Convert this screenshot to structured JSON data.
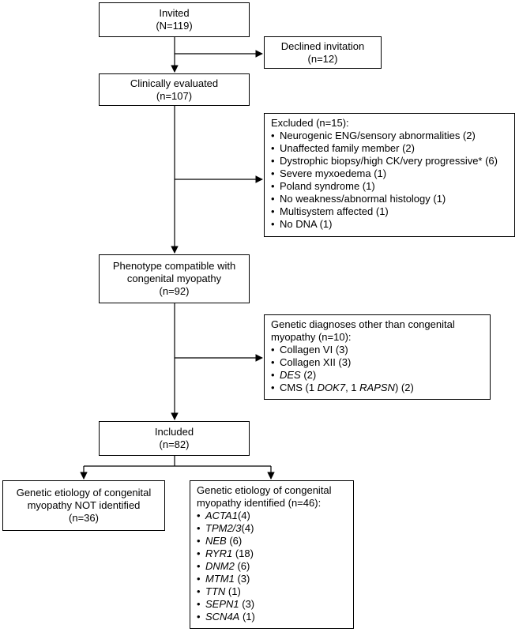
{
  "invited": {
    "label": "Invited",
    "count": "(N=119)"
  },
  "declined": {
    "label": "Declined invitation",
    "count": "(n=12)"
  },
  "evaluated": {
    "label": "Clinically evaluated",
    "count": "(n=107)"
  },
  "excluded": {
    "heading": "Excluded (n=15):",
    "items": [
      "Neurogenic ENG/sensory abnormalities (2)",
      "Unaffected family member (2)",
      "Dystrophic biopsy/high CK/very progressive* (6)",
      "Severe myxoedema (1)",
      "Poland syndrome (1)",
      "No weakness/abnormal histology (1)",
      "Multisystem affected (1)",
      "No DNA (1)"
    ]
  },
  "compatible": {
    "line1": "Phenotype compatible with",
    "line2": "congenital myopathy",
    "count": "(n=92)"
  },
  "other_dx": {
    "heading1": "Genetic diagnoses other than congenital",
    "heading2": "myopathy (n=10):",
    "items": [
      "Collagen VI (3)",
      "Collagen XII (3)"
    ],
    "des_gene": "DES",
    "des_count": " (2)",
    "cms_prefix": "CMS (1 ",
    "cms_gene1": "DOK7",
    "cms_mid": ", 1 ",
    "cms_gene2": "RAPSN",
    "cms_suffix": ") (2)"
  },
  "included": {
    "label": "Included",
    "count": "(n=82)"
  },
  "not_identified": {
    "line1": "Genetic etiology of congenital",
    "line2": "myopathy NOT identified",
    "count": "(n=36)"
  },
  "identified": {
    "heading1": "Genetic etiology of congenital",
    "heading2": "myopathy identified (n=46):",
    "genes": [
      {
        "gene": "ACTA1",
        "count": "(4)"
      },
      {
        "gene": "TPM2/3",
        "count": "(4)"
      },
      {
        "gene": "NEB",
        "count": " (6)"
      },
      {
        "gene": "RYR1",
        "count": " (18)"
      },
      {
        "gene": "DNM2",
        "count": " (6)"
      },
      {
        "gene": "MTM1",
        "count": " (3)"
      },
      {
        "gene": "TTN",
        "count": " (1)"
      },
      {
        "gene": "SEPN1",
        "count": " (3)"
      },
      {
        "gene": "SCN4A",
        "count": " (1)"
      }
    ]
  }
}
